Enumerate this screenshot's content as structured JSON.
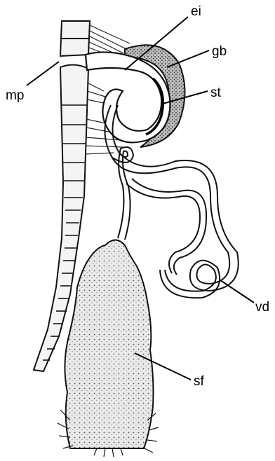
{
  "labels": {
    "ei": "ei",
    "gb": "gb",
    "st": "st",
    "mp": "mp",
    "vd": "vd",
    "sf": "sf"
  }
}
